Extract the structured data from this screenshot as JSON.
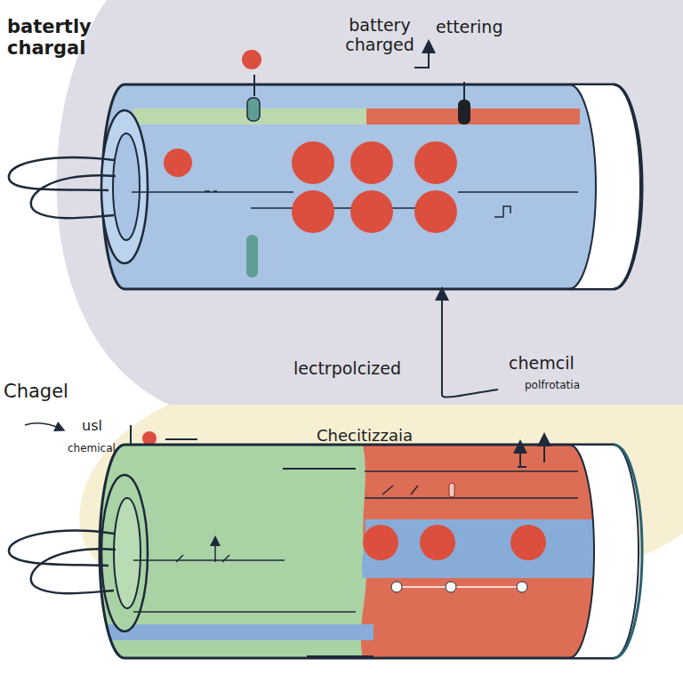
{
  "diagram": {
    "labels": [
      "batertly chargal",
      "battery charged",
      "ettering",
      "lectrpolcized",
      "chemcil",
      "polfrotatia",
      "Chagel",
      "usl",
      "chemical",
      "Checitizzaia"
    ]
  }
}
